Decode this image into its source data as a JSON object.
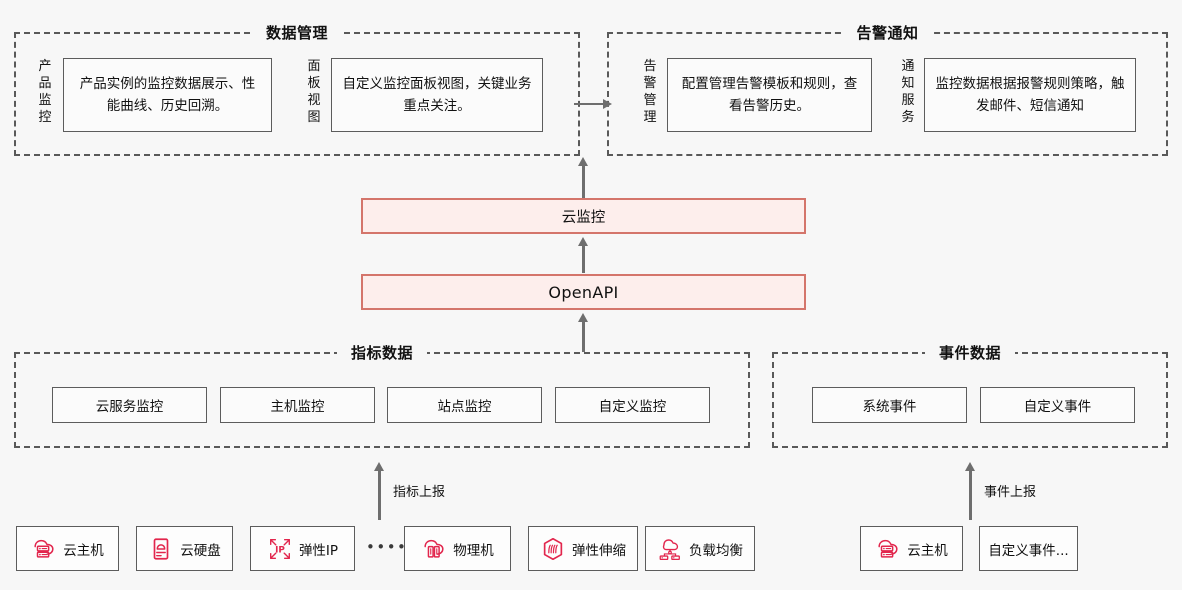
{
  "theme": {
    "background": "#f7f7f7",
    "accent_border": "#d4756b",
    "accent_fill": "#fdeeec",
    "icon_red": "#e2264d",
    "line_gray": "#595959"
  },
  "groups": {
    "data_management": {
      "title": "数据管理",
      "items": [
        {
          "side_label": "产品监控",
          "description": "产品实例的监控数据展示、性能曲线、历史回溯。"
        },
        {
          "side_label": "面板视图",
          "description": "自定义监控面板视图，关键业务重点关注。"
        }
      ]
    },
    "alarm_notification": {
      "title": "告警通知",
      "items": [
        {
          "side_label": "告警管理",
          "description": "配置管理告警模板和规则，查看告警历史。"
        },
        {
          "side_label": "通知服务",
          "description": "监控数据根据报警规则策略，触发邮件、短信通知"
        }
      ]
    },
    "metric_data": {
      "title": "指标数据",
      "chips": [
        "云服务监控",
        "主机监控",
        "站点监控",
        "自定义监控"
      ]
    },
    "event_data": {
      "title": "事件数据",
      "chips": [
        "系统事件",
        "自定义事件"
      ]
    }
  },
  "core": {
    "cloud_monitor": "云监控",
    "open_api": "OpenAPI"
  },
  "arrows": {
    "metric_report_label": "指标上报",
    "event_report_label": "事件上报"
  },
  "ellipsis": "••••••",
  "products": {
    "metric_sources": [
      {
        "label": "云主机",
        "icon": "cloud-server-icon"
      },
      {
        "label": "云硬盘",
        "icon": "cloud-disk-icon"
      },
      {
        "label": "弹性IP",
        "icon": "elastic-ip-icon"
      },
      {
        "label": "物理机",
        "icon": "bare-metal-icon"
      },
      {
        "label": "弹性伸缩",
        "icon": "auto-scaling-icon"
      },
      {
        "label": "负载均衡",
        "icon": "load-balancer-icon"
      }
    ],
    "event_sources": [
      {
        "label": "云主机",
        "icon": "cloud-server-icon"
      },
      {
        "label": "自定义事件...",
        "icon": "none"
      }
    ]
  }
}
